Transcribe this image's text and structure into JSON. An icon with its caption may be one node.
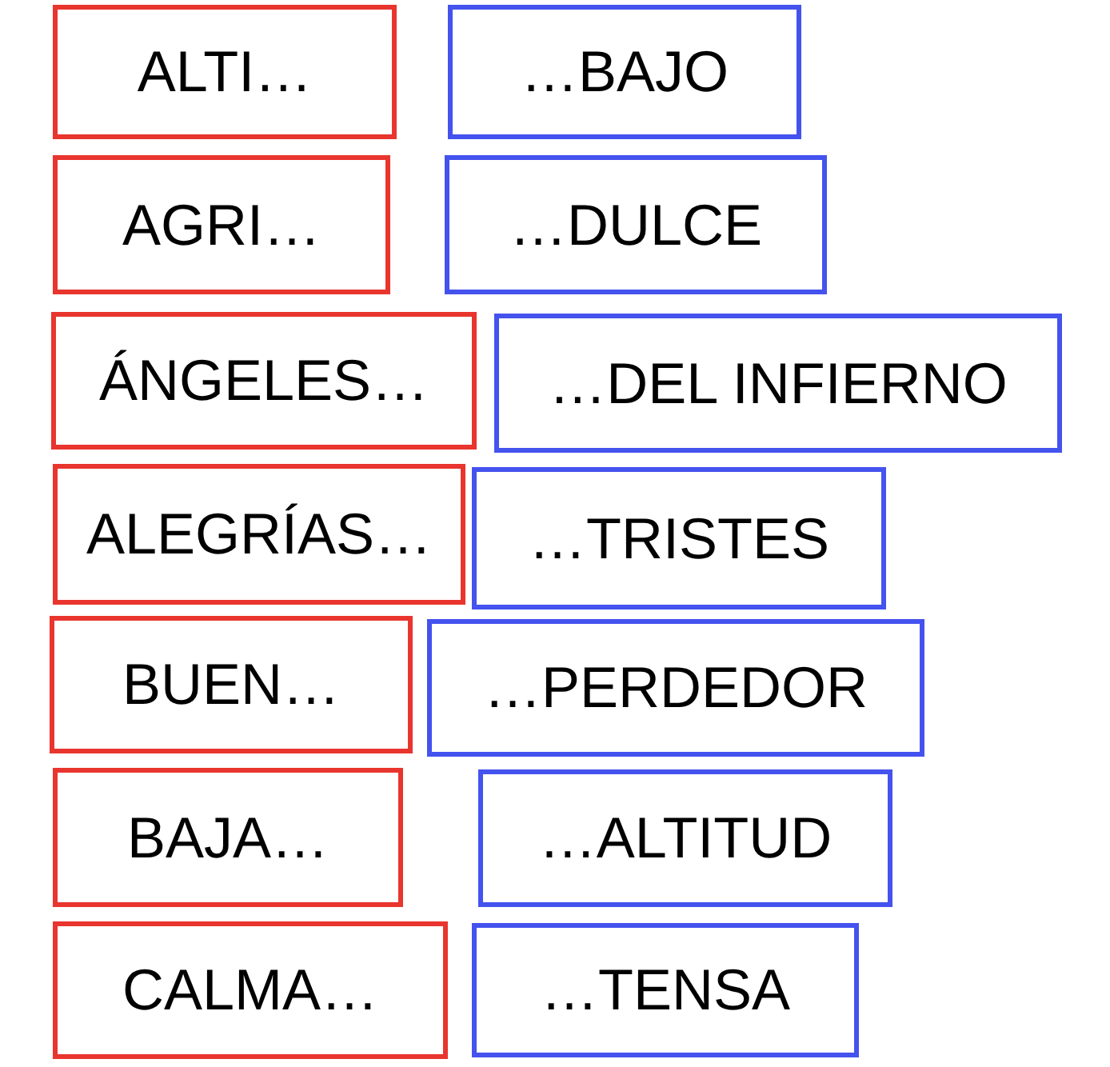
{
  "diagram": {
    "nodes": [
      {
        "text": [
          "ALTI…"
        ]
      },
      {
        "text": [
          "…BAJO"
        ]
      },
      {
        "text": [
          "AGRI…"
        ]
      },
      {
        "text": [
          "…DULCE"
        ]
      },
      {
        "text": [
          "ÁNGELES…"
        ]
      },
      {
        "text": [
          "…DEL INFIERNO"
        ]
      },
      {
        "text": [
          "ALEGRÍAS…"
        ]
      },
      {
        "text": [
          "…TRISTES"
        ]
      },
      {
        "text": [
          "BUEN…"
        ]
      },
      {
        "text": [
          "…PERDEDOR"
        ]
      },
      {
        "text": [
          "BAJA…"
        ]
      },
      {
        "text": [
          "…ALTITUD"
        ]
      },
      {
        "text": [
          "CALMA…"
        ]
      },
      {
        "text": [
          "…TENSA"
        ]
      }
    ]
  }
}
